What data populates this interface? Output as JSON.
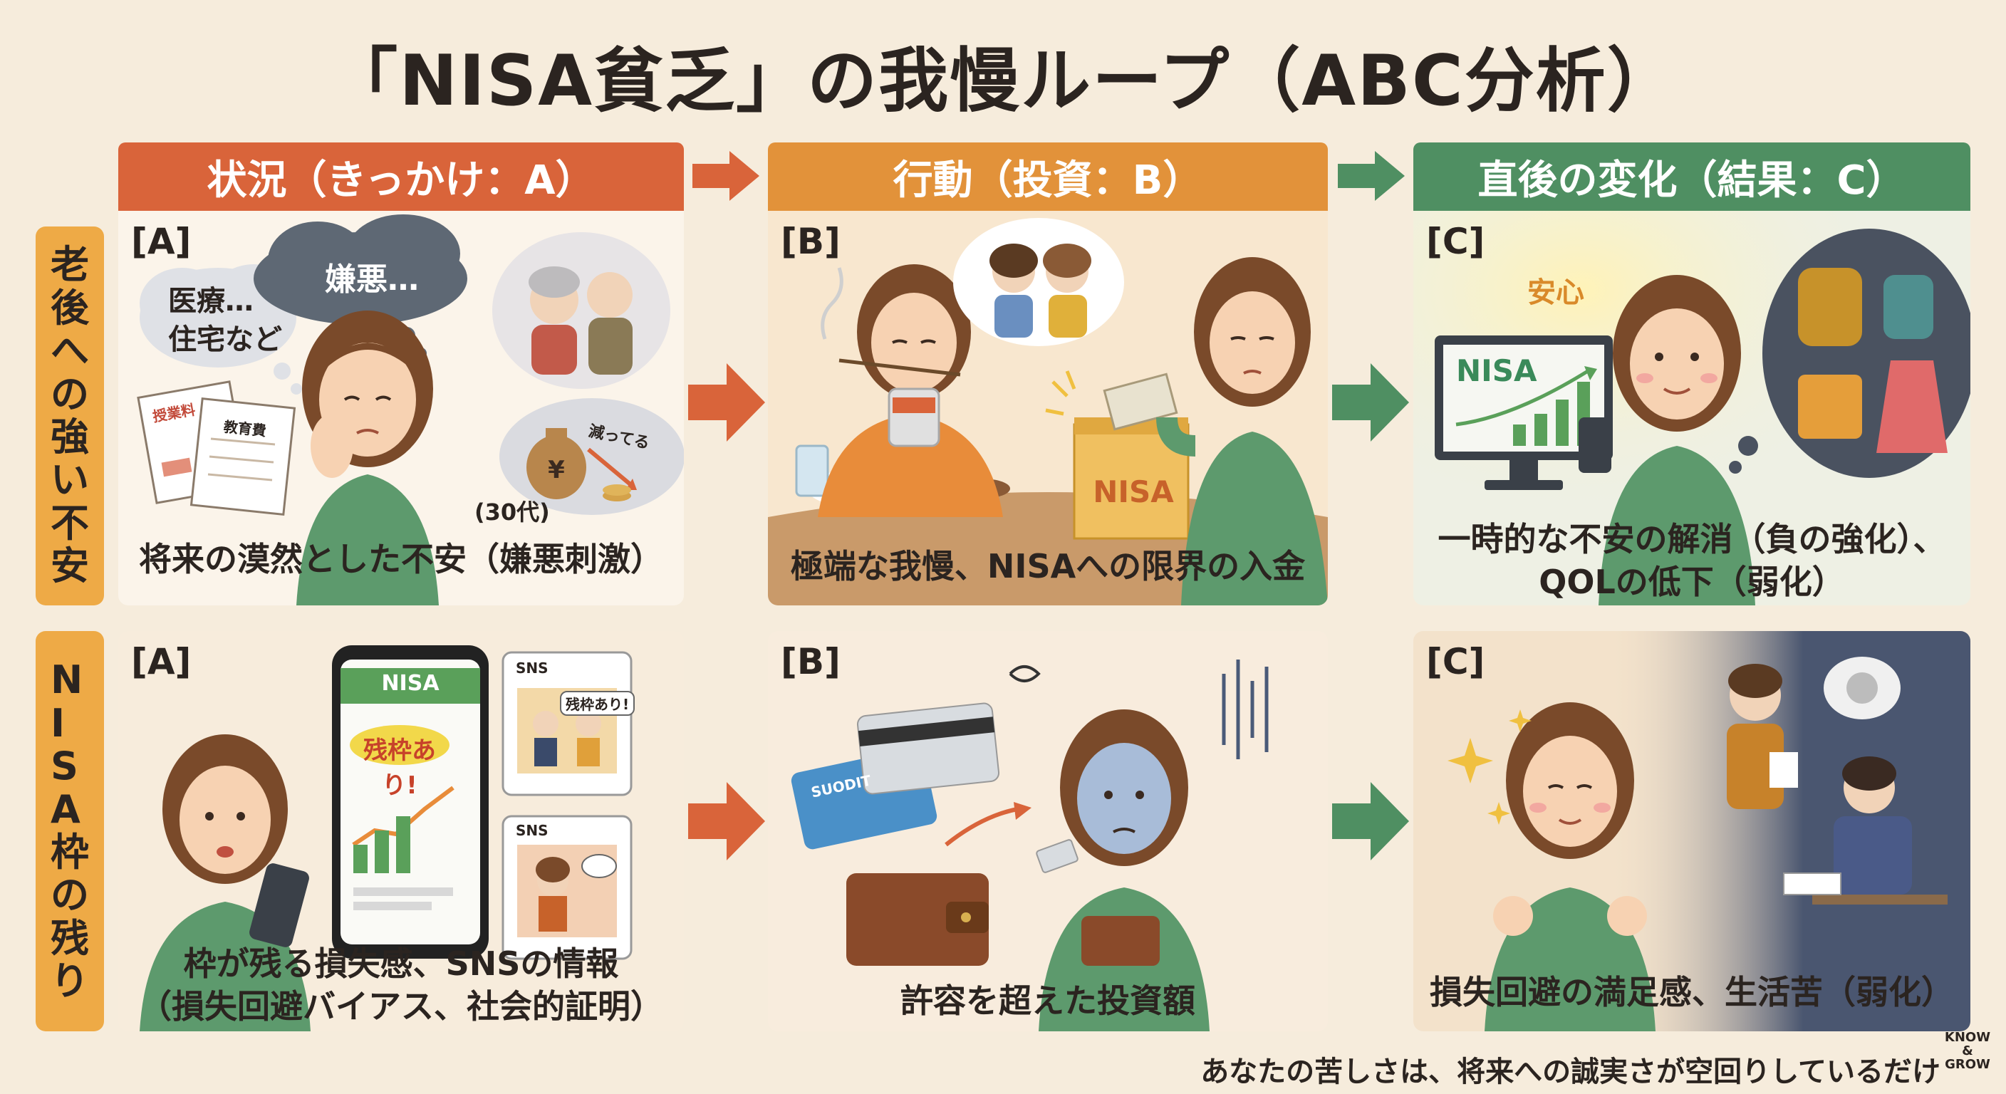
{
  "title": "「NISA貧乏」の我慢ループ（ABC分析）",
  "columns": {
    "a": "状況（きっかけ：A）",
    "b": "行動（投資：B）",
    "c": "直後の変化（結果：C）"
  },
  "rows": [
    {
      "label": "老後への強い不安"
    },
    {
      "label": "NISA枠の残り"
    }
  ],
  "panels": {
    "a1": {
      "tag": "[A]",
      "bubble_left": [
        "医療…",
        "住宅など"
      ],
      "bubble_top": "嫌悪…",
      "doc_labels": [
        "授業料",
        "教育費"
      ],
      "money_label": "減ってる",
      "age_note": "(30代)",
      "caption": "将来の漠然とした不安（嫌悪刺激）"
    },
    "b1": {
      "tag": "[B]",
      "box_label": "NISA",
      "caption": "極端な我慢、NISAへの限界の入金"
    },
    "c1": {
      "tag": "[C]",
      "relief": "安心",
      "screen_label": "NISA",
      "caption_lines": [
        "一時的な不安の解消（負の強化）、",
        "QOLの低下（弱化）"
      ]
    },
    "a2": {
      "tag": "[A]",
      "phone_header": "NISA",
      "phone_bubble": "残枠あり!",
      "sns_label_1": "SNS",
      "sns_bubble": "残枠あり!",
      "sns_label_2": "SNS",
      "caption_lines": [
        "枠が残る損失感、SNSの情報",
        "（損失回避バイアス、社会的証明）"
      ]
    },
    "b2": {
      "tag": "[B]",
      "card_label": "SUODIT",
      "caption": "許容を超えた投資額"
    },
    "c2": {
      "tag": "[C]",
      "caption": "損失回避の満足感、生活苦（弱化）"
    }
  },
  "footer": "あなたの苦しさは、将来への誠実さが空回りしているだけ",
  "logo": [
    "KNOW",
    "&",
    "GROW"
  ],
  "colors": {
    "orange": "#d9643a",
    "amber": "#e2923a",
    "green": "#4f8f62",
    "row_label": "#eeaa46",
    "background": "#f6ecdc"
  }
}
